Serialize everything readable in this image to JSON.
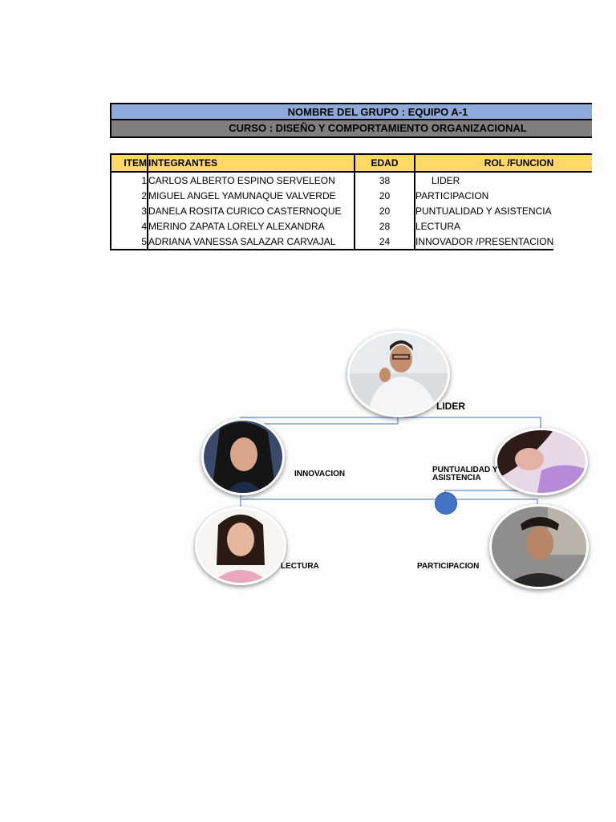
{
  "group_title": "NOMBRE DEL GRUPO : EQUIPO A-1",
  "course_title": "CURSO : DISEÑO Y COMPORTAMIENTO ORGANIZACIONAL",
  "table": {
    "headers": {
      "item": "ITEM",
      "members": "INTEGRANTES",
      "age": "EDAD",
      "role": "ROL /FUNCION"
    },
    "rows": [
      {
        "item": "1",
        "name": "CARLOS ALBERTO ESPINO SERVELEON",
        "age": "38",
        "role": "LIDER"
      },
      {
        "item": "2",
        "name": "MIGUEL ANGEL YAMUNAQUE VALVERDE",
        "age": "20",
        "role": "PARTICIPACION"
      },
      {
        "item": "3",
        "name": "DANELA ROSITA CURICO CASTERNOQUE",
        "age": "20",
        "role": "PUNTUALIDAD Y ASISTENCIA"
      },
      {
        "item": "4",
        "name": "MERINO ZAPATA LORELY ALEXANDRA",
        "age": "28",
        "role": "LECTURA"
      },
      {
        "item": "5",
        "name": "ADRIANA VANESSA SALAZAR CARVAJAL",
        "age": "24",
        "role": "INNOVADOR /PRESENTACION"
      }
    ]
  },
  "org_chart": {
    "leader_label": "LIDER",
    "labels": {
      "innovation": "INNOVACION",
      "punctuality_line1": "PUNTUALIDAD Y",
      "punctuality_line2": "ASISTENCIA",
      "reading": "LECTURA",
      "participation": "PARTICIPACION"
    },
    "connector_color": "#4472c4"
  },
  "colors": {
    "group_bar": "#8eaadb",
    "course_bar": "#7f7f7f",
    "table_header": "#ffd966"
  }
}
